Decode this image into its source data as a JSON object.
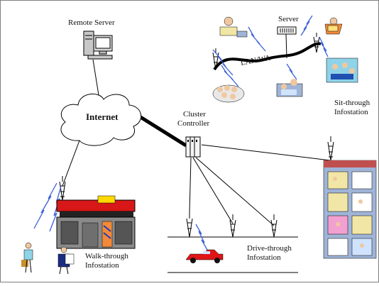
{
  "labels": {
    "remote_server": "Remote Server",
    "internet": "Internet",
    "server": "Server",
    "lan_wan": "LAN/WA",
    "cluster_controller_line1": "Cluster",
    "cluster_controller_line2": "Controller",
    "sit_through_line1": "Sit-through",
    "sit_through_line2": "Infostation",
    "walk_through_line1": "Walk-through",
    "walk_through_line2": "Infostation",
    "drive_through_line1": "Drive-through",
    "drive_through_line2": "Infostation"
  },
  "colors": {
    "wireless_link": "#3a5fd8",
    "network_line": "#000000",
    "car": "#e01515",
    "shop_red": "#d81818",
    "building": "#9fb4d6"
  }
}
